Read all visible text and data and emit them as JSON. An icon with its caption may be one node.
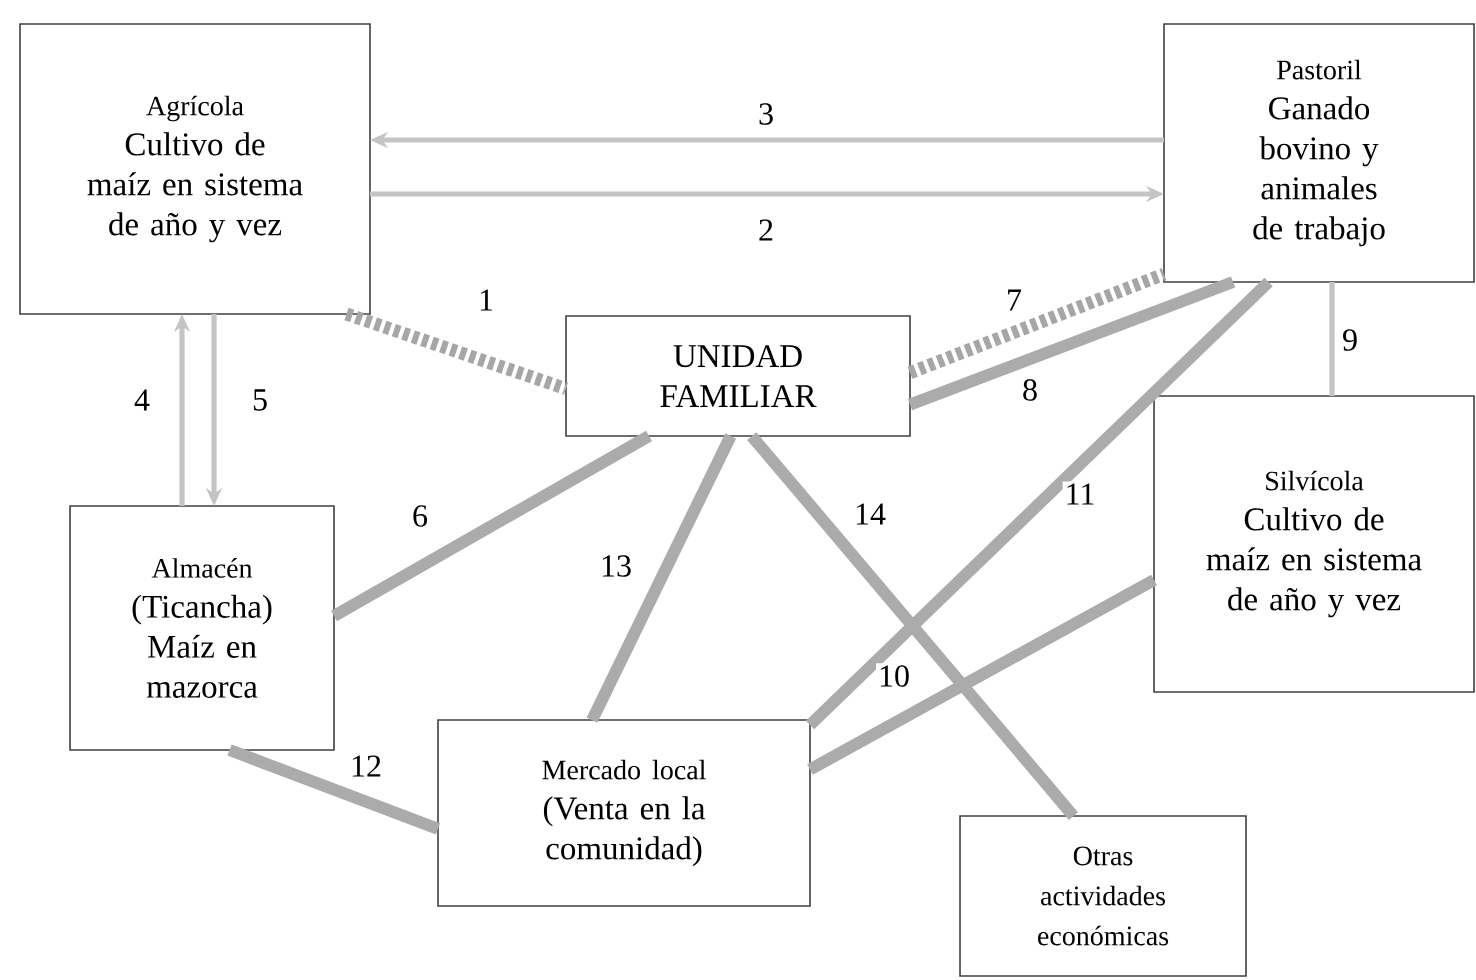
{
  "diagram": {
    "nodes": [
      {
        "text": [
          "Agrícola",
          "Cultivo de maíz en sistema de año y vez"
        ]
      },
      {
        "text": [
          "Pastoril",
          "Ganado bovino y animales de trabajo"
        ]
      },
      {
        "text": [
          "UNIDAD FAMILIAR"
        ]
      },
      {
        "text": [
          "Silvícola",
          "Cultivo de maíz en sistema de año y vez"
        ]
      },
      {
        "text": [
          "Almacén",
          "(Ticancha) Maíz en mazorca"
        ]
      },
      {
        "text": [
          "Mercado local",
          "(Venta en la comunidad)"
        ]
      },
      {
        "text": [
          "Otras actividades económicas"
        ]
      }
    ],
    "edges": [
      {
        "from": 0,
        "to": 2,
        "arrow": "none",
        "label": "1",
        "style": "dashed"
      },
      {
        "from": 0,
        "to": 1,
        "arrow": "to",
        "label": "2",
        "color": "#c4c4c4"
      },
      {
        "from": 1,
        "to": 0,
        "arrow": "to",
        "label": "3",
        "color": "#c4c4c4"
      },
      {
        "from": 4,
        "to": 0,
        "arrow": "to",
        "label": "4",
        "color": "#c4c4c4"
      },
      {
        "from": 0,
        "to": 4,
        "arrow": "to",
        "label": "5",
        "color": "#c4c4c4"
      },
      {
        "from": 4,
        "to": 2,
        "arrow": "none",
        "label": "6"
      },
      {
        "from": 2,
        "to": 1,
        "arrow": "none",
        "label": "7",
        "style": "dashed"
      },
      {
        "from": 2,
        "to": 1,
        "arrow": "none",
        "label": "8"
      },
      {
        "from": 1,
        "to": 3,
        "arrow": "none",
        "label": "9",
        "color": "#c4c4c4"
      },
      {
        "from": 5,
        "to": 3,
        "arrow": "none",
        "label": "10"
      },
      {
        "from": 5,
        "to": 1,
        "arrow": "none",
        "label": "11"
      },
      {
        "from": 4,
        "to": 5,
        "arrow": "none",
        "label": "12"
      },
      {
        "from": 5,
        "to": 2,
        "arrow": "none",
        "label": "13"
      },
      {
        "from": 2,
        "to": 6,
        "arrow": "none",
        "label": "14"
      }
    ]
  }
}
